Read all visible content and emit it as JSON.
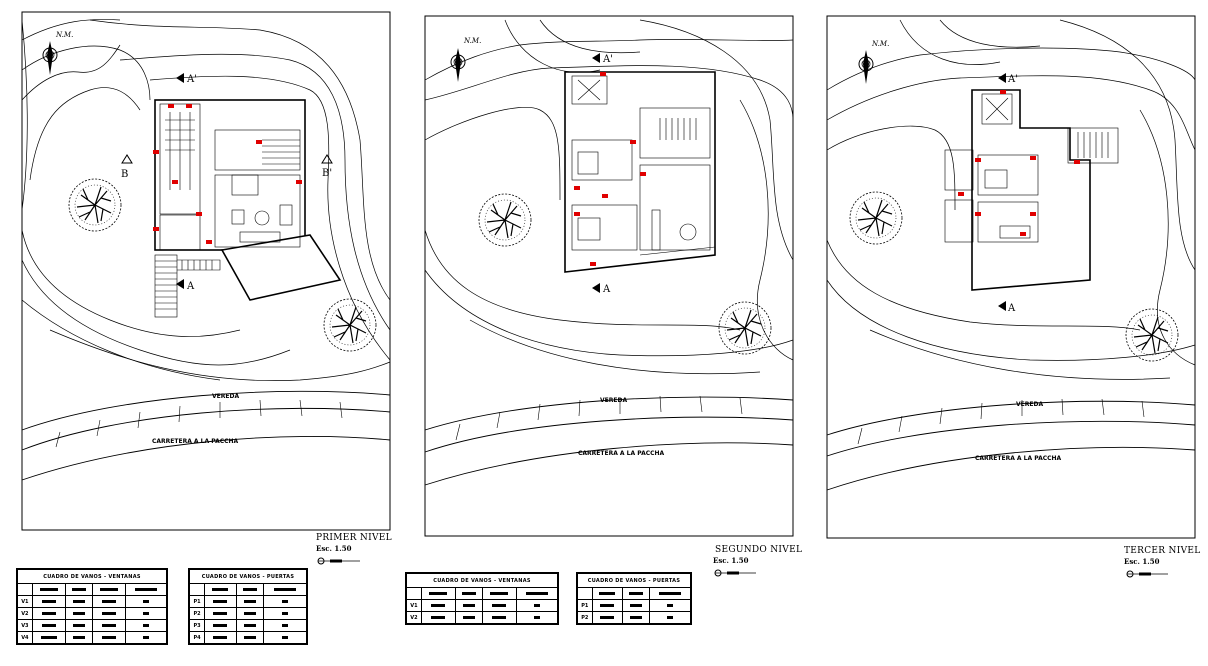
{
  "sheets": [
    {
      "id": "primer",
      "road_label": "VEREDA",
      "highway_label": "CARRETERA A LA PACCHA",
      "north_label": "N.M.",
      "section_a": "A",
      "section_a_prime": "A'",
      "section_b": "B",
      "section_b_prime": "B'",
      "title": "PRIMER NIVEL",
      "scale": "Esc. 1.50"
    },
    {
      "id": "segundo",
      "road_label": "VEREDA",
      "highway_label": "CARRETERA A LA PACCHA",
      "north_label": "N.M.",
      "section_a": "A",
      "section_a_prime": "A'",
      "title": "SEGUNDO NIVEL",
      "scale": "Esc. 1.50"
    },
    {
      "id": "tercer",
      "road_label": "VEREDA",
      "highway_label": "CARRETERA A LA PACCHA",
      "north_label": "N.M.",
      "section_a": "A",
      "section_a_prime": "A'",
      "title": "TERCER NIVEL",
      "scale": "Esc. 1.50"
    }
  ],
  "tables": {
    "ventanas_1": {
      "title": "CUADRO DE VANOS - VENTANAS",
      "rows": [
        "V1",
        "V2",
        "V3",
        "V4"
      ]
    },
    "puertas_1": {
      "title": "CUADRO DE VANOS - PUERTAS",
      "rows": [
        "P1",
        "P2",
        "P3",
        "P4"
      ]
    },
    "ventanas_2": {
      "title": "CUADRO DE VANOS - VENTANAS",
      "rows": [
        "V1",
        "V2"
      ]
    },
    "puertas_2": {
      "title": "CUADRO DE VANOS - PUERTAS",
      "rows": [
        "P1",
        "P2"
      ]
    }
  },
  "colors": {
    "line": "#000000",
    "marker": "#e00000",
    "paper": "#ffffff"
  }
}
